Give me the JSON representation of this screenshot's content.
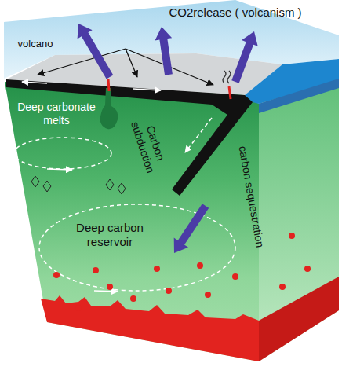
{
  "diagram": {
    "labels": [
      "CO2release ( volcanism )",
      "volcano",
      "Deep carbonate melts",
      "Carbon subduction",
      "carbon sequestration",
      "Deep carbon reservoir"
    ]
  }
}
